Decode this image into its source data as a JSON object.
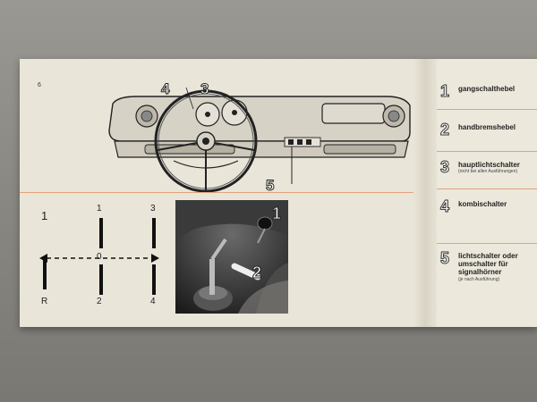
{
  "page": {
    "number": "6"
  },
  "dash_callouts": [
    "4",
    "3",
    "5"
  ],
  "shift_diagram": {
    "labels": {
      "one": "1",
      "r": "R",
      "top1": "1",
      "zero": "0",
      "two": "2",
      "three": "3",
      "four": "4"
    }
  },
  "photo_callouts": [
    "1",
    "2"
  ],
  "legend": {
    "items": [
      {
        "num": "1",
        "label": "gangschalthebel",
        "note": ""
      },
      {
        "num": "2",
        "label": "handbremshebel",
        "note": ""
      },
      {
        "num": "3",
        "label": "hauptlichtschalter",
        "note": "(nicht bei allen Ausführungen)"
      },
      {
        "num": "4",
        "label": "kombischalter",
        "note": ""
      },
      {
        "num": "5",
        "label": "lichtschalter oder umschalter für signalhörner",
        "note": "(je nach Ausführung)"
      }
    ]
  },
  "colors": {
    "rule": "#e4a37a",
    "paper": "#e9e5d8"
  }
}
